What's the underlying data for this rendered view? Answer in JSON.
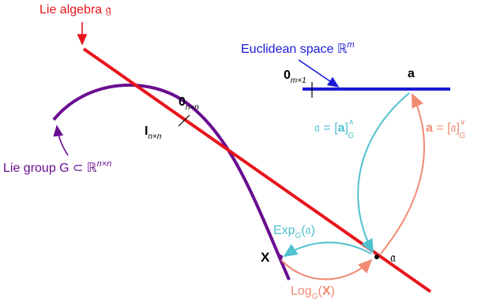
{
  "labels": {
    "lie_algebra": "Lie algebra 𝔤",
    "euclidean_space": "Euclidean space ℝ",
    "euclidean_sup": "m",
    "zero_m": "0",
    "zero_m_sub": "m×1",
    "vec_a": "a",
    "zero_n": "0",
    "zero_n_sub": "n×n",
    "identity": "I",
    "identity_sub": "n×n",
    "lie_group": "Lie group G ⊂ ℝ",
    "lie_group_sup": "n×n",
    "hat_lhs": "𝔞 = [",
    "hat_bold": "a",
    "hat_rhs": "]",
    "hat_sup": "∧",
    "hat_sub": "G",
    "vee_lhs": "a",
    "vee_mid": " = [𝔞]",
    "vee_sup": "∨",
    "vee_sub": "G",
    "exp_main": "Exp",
    "exp_sub": "G",
    "exp_arg": "(𝔞)",
    "log_main": "Log",
    "log_sub": "G",
    "log_arg_open": "(",
    "log_arg_bold": "X",
    "log_arg_close": ")",
    "point_X": "X",
    "point_a": "𝔞"
  },
  "colors": {
    "lie_algebra": "#e8141c",
    "euclidean": "#1a1ad6",
    "lie_group": "#6a0d91",
    "hat_arrow": "#4fc1cf",
    "vee_arrow": "#f08a72",
    "text": "#000000"
  }
}
